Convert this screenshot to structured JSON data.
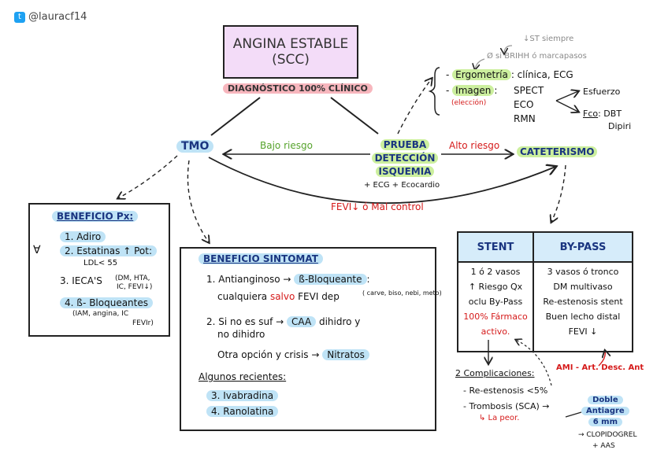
{
  "handle": "@lauracf14",
  "title": {
    "line1": "ANGINA ESTABLE",
    "line2": "(SCC)"
  },
  "diagnostico": "DIAGNÓSTICO 100% CLÍNICO",
  "tmo": "TMO",
  "bajo_riesgo": "Bajo riesgo",
  "prueba": {
    "l1": "PRUEBA",
    "l2": "DETECCIÓN",
    "l3": "ISQUEMIA",
    "sub": "+ ECG + Ecocardio"
  },
  "alto_riesgo": "Alto riesgo",
  "cateterismo": "CATETERISMO",
  "fevi_mal_control": "FEVI↓ ó Mal control",
  "top_right": {
    "st_siempre": "↓ST siempre",
    "brihh": "Ø si BRIHH ó marcapasos",
    "ergometria": "Ergometría",
    "ergometria_rest": ": clínica, ECG",
    "imagen": "Imagen",
    "imagen_colon": ":",
    "eleccion": "(elección)",
    "spect": "SPECT",
    "eco": "ECO",
    "rmn": "RMN",
    "esfuerzo": "Esfuerzo",
    "fco": "Fco",
    "dbt": ": DBT",
    "dipiri": "Dipiri"
  },
  "beneficio_px": {
    "title": "BENEFICIO Px:",
    "forall": "∀",
    "i1": "1. Adiro",
    "i2": "2. Estatinas ↑ Pot:",
    "i2b": "LDL< 55",
    "i3": "3. IECA'S",
    "i3s": "(DM, HTA,",
    "i3s2": "IC, FEVI↓)",
    "i4": "4. ß- Bloqueantes",
    "i4s": "(IAM, angina, IC",
    "i4s2": "FEVIr)"
  },
  "beneficio_sintomat": {
    "title": "BENEFICIO SINTOMAT",
    "l1a": "1. Antianginoso → ",
    "l1b": "ß-Bloqueante",
    "l1c": ":",
    "l2a": "cualquiera ",
    "l2b": "salvo",
    "l2c": " FEVI dep",
    "l2s": "( carve, biso, nebi, meto)",
    "l3a": "2. Si no es suf → ",
    "l3b": "CAA",
    "l3c": " dihidro y",
    "l4": "no dihidro",
    "l5a": "Otra opción y crisis → ",
    "l5b": "Nitratos",
    "recientes": "Algunos recientes:",
    "r3": "3. Ivabradina",
    "r4": "4. Ranolatina"
  },
  "table": {
    "stent": "STENT",
    "bypass": "BY-PASS",
    "stent_rows": [
      "1 ó 2 vasos",
      "↑ Riesgo Qx",
      "oclu By-Pass"
    ],
    "stent_red": "100% Fármaco",
    "stent_red2": "activo.",
    "bypass_rows": [
      "3 vasos ó tronco",
      "DM multivaso",
      "Re-estenosis stent",
      "Buen lecho distal",
      "FEVI ↓"
    ]
  },
  "ami": "AMI - Art. Desc. Ant",
  "complicaciones": {
    "title": "2 Complicaciones:",
    "c1": "- Re-estenosis <5%",
    "c2": "- Trombosis (SCA) →",
    "c2b": "↳ La peor.",
    "doble1": "Doble",
    "doble2": "Antiagre",
    "doble3": "6 mm",
    "clop": "→ CLOPIDOGREL",
    "aas": "+ AAS"
  },
  "colors": {
    "pink": "#f7b6bd",
    "blue": "#bfe3f6",
    "green": "#ccef9e",
    "lavender": "#f3dcf8",
    "red": "#d51a1a"
  }
}
